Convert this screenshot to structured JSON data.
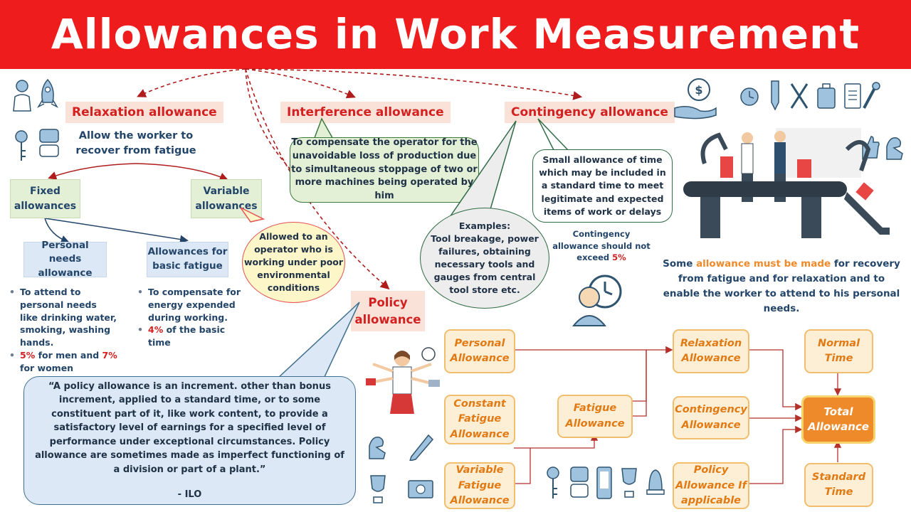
{
  "title": "Allowances in Work Measurement",
  "relaxation": {
    "label": "Relaxation allowance",
    "desc": "Allow the worker to recover from fatigue",
    "fixed": "Fixed allowances",
    "variable": "Variable allowances",
    "variable_note": "Allowed to an operator who is working under poor environmental conditions",
    "personal": {
      "label": "Personal needs allowance",
      "bullet1": "To attend to personal needs like drinking water, smoking, washing hands.",
      "bullet2_pre": " for men and ",
      "bullet2_men": "5%",
      "bullet2_women": "7%",
      "bullet2_post": " for women"
    },
    "basic": {
      "label": "Allowances for basic fatigue",
      "bullet1": "To compensate for energy expended during working.",
      "bullet2_pct": "4%",
      "bullet2_post": " of the basic time"
    }
  },
  "interference": {
    "label": "Interference allowance",
    "desc": "To compensate the operator for the unavoidable loss of production due to simultaneous stoppage of two or more machines being operated by him"
  },
  "contingency": {
    "label": "Contingency allowance",
    "desc": "Small allowance of time which may be included in a standard time to meet legitimate and expected items of work or delays",
    "examples_head": "Examples:",
    "examples": "Tool breakage, power failures, obtaining necessary tools and gauges from central tool store etc.",
    "note_pre": "Contingency allowance should not exceed ",
    "note_pct": "5%"
  },
  "policy": {
    "label": "Policy allowance",
    "quote": "“A policy allowance is an increment. other than bonus increment, applied to a standard time, or to some constituent part of it, like work content, to provide a satisfactory level of earnings for a specified level of performance under exceptional circumstances. Policy allowance are sometimes made as imperfect functioning of a division or part of a plant.”",
    "source": "- ILO"
  },
  "summary": {
    "pre": "Some ",
    "highlight": "allowance must be made",
    "post": " for recovery from fatigue and for relaxation and to enable the worker to attend to his personal needs."
  },
  "flow": {
    "personal": "Personal Allowance",
    "constant": "Constant Fatigue Allowance",
    "variable": "Variable Fatigue Allowance",
    "fatigue": "Fatigue Allowance",
    "relaxation": "Relaxation Allowance",
    "contingency": "Contingency Allowance",
    "policy": "Policy Allowance If applicable",
    "normal": "Normal Time",
    "total": "Total Allowance",
    "standard": "Standard Time"
  },
  "colors": {
    "title_bar": "#ee1c1c",
    "label_text": "#d32020",
    "label_bg": "#fbe2d8",
    "flow_accent": "#ef8a2a",
    "text_navy": "#23456a"
  },
  "icons": [
    "scientist-icon",
    "rocket-icon",
    "key-icon",
    "chat-icon",
    "money-hand-icon",
    "alarm-clock-icon",
    "pen-icon",
    "tools-icon",
    "bag-icon",
    "clipboard-icon",
    "wrench-icon",
    "thumbs-up-icon",
    "strong-arm-icon",
    "factory-workers-illustration",
    "worker-clock-icon",
    "multitasking-woman-illustration",
    "pencil-icon",
    "trophy-icon",
    "cash-icon",
    "bell-icon",
    "phone-icon"
  ]
}
